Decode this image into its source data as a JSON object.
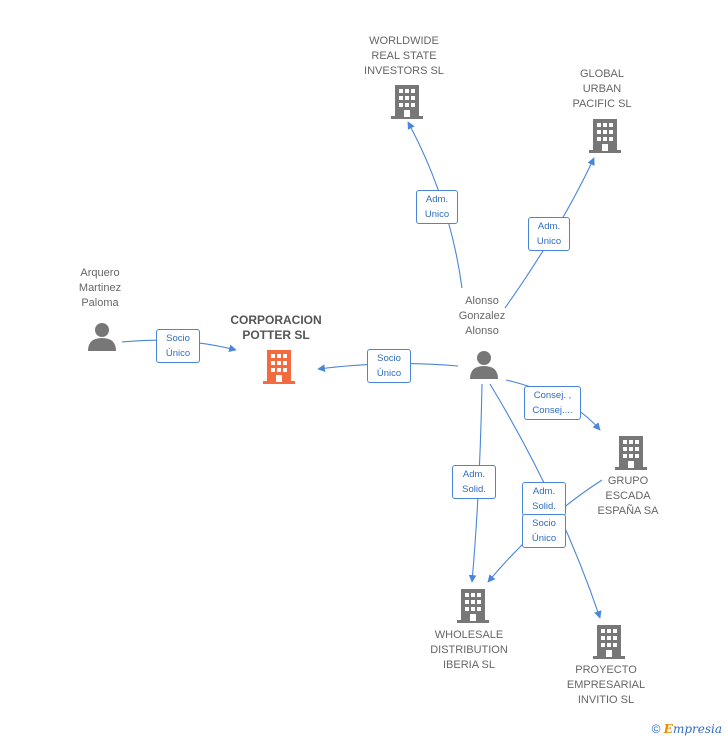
{
  "nodes": {
    "worldwide": {
      "label": "WORLDWIDE\nREAL STATE\nINVESTORS SL",
      "kind": "company"
    },
    "global": {
      "label": "GLOBAL\nURBAN\nPACIFIC SL",
      "kind": "company"
    },
    "arquero": {
      "label": "Arquero\nMartinez\nPaloma",
      "kind": "person"
    },
    "corporacion": {
      "label": "CORPORACION\nPOTTER SL",
      "kind": "company-main"
    },
    "alonso": {
      "label": "Alonso\nGonzalez\nAlonso",
      "kind": "person"
    },
    "grupo": {
      "label": "GRUPO\nESCADA\nESPAÑA SA",
      "kind": "company"
    },
    "wholesale": {
      "label": "WHOLESALE\nDISTRIBUTION\nIBERIA SL",
      "kind": "company"
    },
    "proyecto": {
      "label": "PROYECTO\nEMPRESARIAL\nINVITIO SL",
      "kind": "company"
    }
  },
  "edges": {
    "adm_worldwide": "Adm.\nUnico",
    "adm_global": "Adm.\nUnico",
    "socio_arquero": "Socio\nÚnico",
    "socio_alonso": "Socio\nÚnico",
    "consej_grupo": "Consej. ,\nConsej....",
    "adm_solid_wholesale": "Adm.\nSolid.",
    "adm_solid_proyecto": "Adm.\nSolid.",
    "socio_wholesale": "Socio\nÚnico"
  },
  "colors": {
    "edge": "#4a86d8",
    "company_icon": "#777777",
    "main_company_icon": "#f26a3d",
    "person_icon": "#777777"
  },
  "brand": {
    "copyright": "©",
    "e": "E",
    "name": "mpresia"
  }
}
